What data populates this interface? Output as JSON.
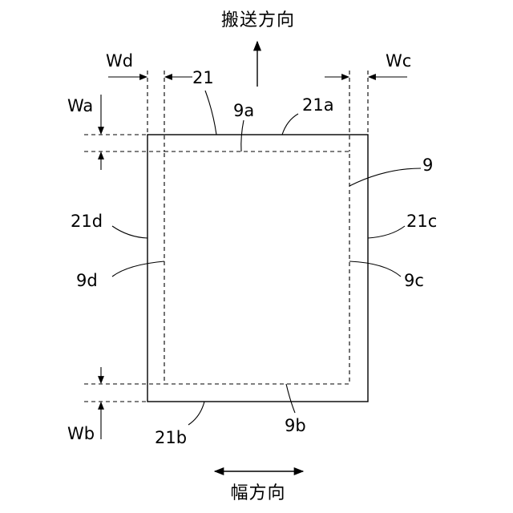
{
  "labels": {
    "transport_direction": "搬送方向",
    "width_direction": "幅方向",
    "sheet": "21",
    "sheet_edge_a": "21a",
    "sheet_edge_b": "21b",
    "sheet_edge_c": "21c",
    "sheet_edge_d": "21d",
    "image": "9",
    "image_edge_a": "9a",
    "image_edge_b": "9b",
    "image_edge_c": "9c",
    "image_edge_d": "9d",
    "margin_a": "Wa",
    "margin_b": "Wb",
    "margin_c": "Wc",
    "margin_d": "Wd"
  },
  "colors": {
    "line": "#000000",
    "background": "#ffffff"
  }
}
